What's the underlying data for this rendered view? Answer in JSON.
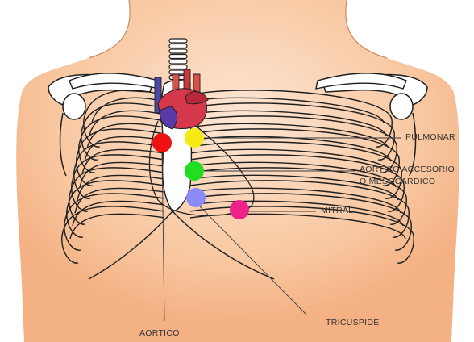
{
  "colors": {
    "skin": "#f4b98a",
    "skin_light": "#fde2cf",
    "outline": "#1f1f1f",
    "leader": "#3a3a3a",
    "aortic": "#ee1111",
    "pulmonary": "#f6ea16",
    "accessory": "#22dd22",
    "tricuspid": "#8a8af8",
    "mitral": "#ee2288"
  },
  "labels": {
    "pulmonar": "PULMONAR",
    "accesorio_1": "AORTICO ACCESORIO",
    "accesorio_2": "O MESOCARDICO",
    "mitral": "MITRAL",
    "tricuspide": "TRICUSPIDE",
    "aortico": "AORTICO"
  }
}
